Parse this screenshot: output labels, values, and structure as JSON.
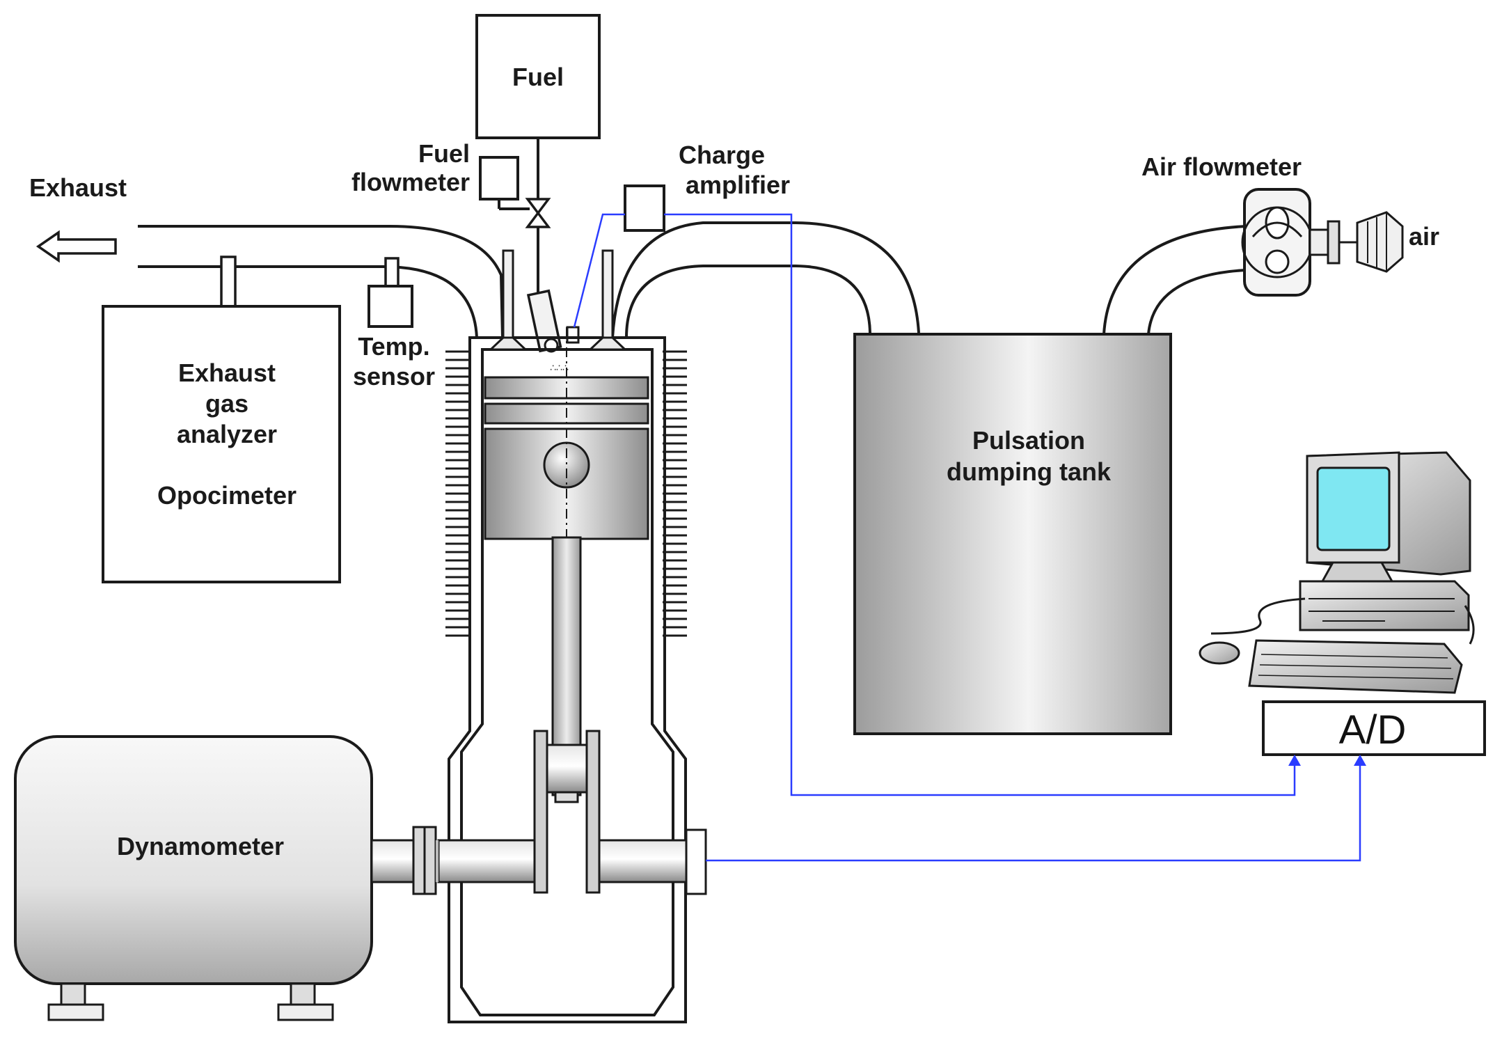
{
  "labels": {
    "fuel": "Fuel",
    "fuel_flowmeter": [
      "Fuel",
      "flowmeter"
    ],
    "charge_amplifier": [
      "Charge",
      "amplifier"
    ],
    "exhaust": "Exhaust",
    "air_flowmeter": "Air flowmeter",
    "air": "air",
    "temp_sensor": [
      "Temp.",
      "sensor"
    ],
    "exhaust_gas_analyzer": [
      "Exhaust",
      "gas",
      "analyzer"
    ],
    "opocimeter": "Opocimeter",
    "pulsation_tank": [
      "Pulsation",
      "dumping tank"
    ],
    "ad_converter": "A/D",
    "dynamometer": "Dynamometer"
  },
  "colors": {
    "line": "#1a1a1a",
    "signal": "#2a3cff",
    "monitor_screen": "#7fe7f2",
    "metal_light": "#f4f4f4",
    "metal_dark": "#9a9a9a"
  }
}
